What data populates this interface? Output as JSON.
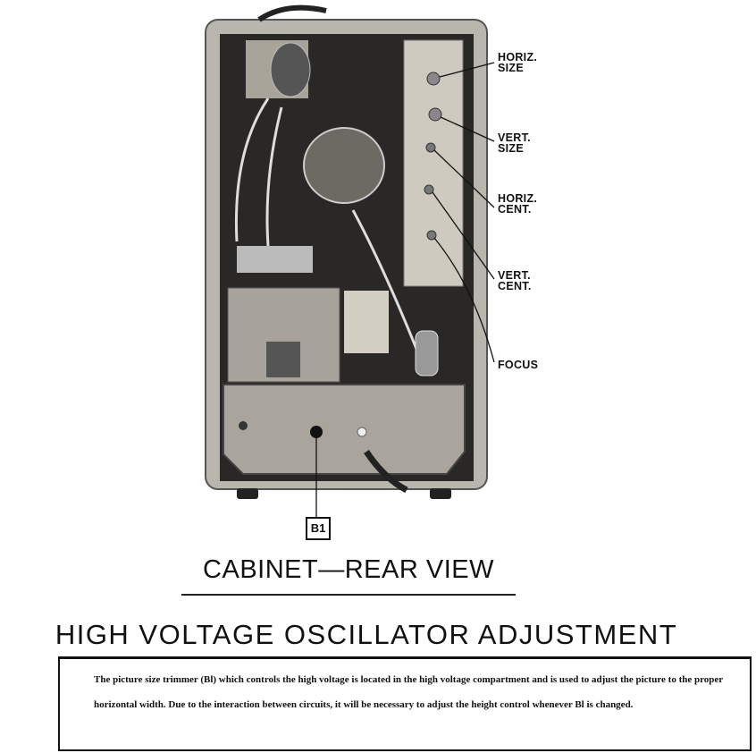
{
  "figure": {
    "callouts": [
      {
        "line1": "HORIZ.",
        "line2": "SIZE"
      },
      {
        "line1": "VERT.",
        "line2": "SIZE"
      },
      {
        "line1": "HORIZ.",
        "line2": "CENT."
      },
      {
        "line1": "VERT.",
        "line2": "CENT."
      },
      {
        "line1": "FOCUS",
        "line2": ""
      }
    ],
    "b1_label": "B1",
    "caption": "CABINET—REAR VIEW"
  },
  "section": {
    "heading": "HIGH VOLTAGE OSCILLATOR ADJUSTMENT",
    "body": "The picture size trimmer (Bl) which controls the high voltage is located in the high voltage compartment and is used to adjust the picture to the proper horizontal width. Due to the interaction between circuits, it will be necessary to adjust the height control whenever Bl is changed."
  }
}
